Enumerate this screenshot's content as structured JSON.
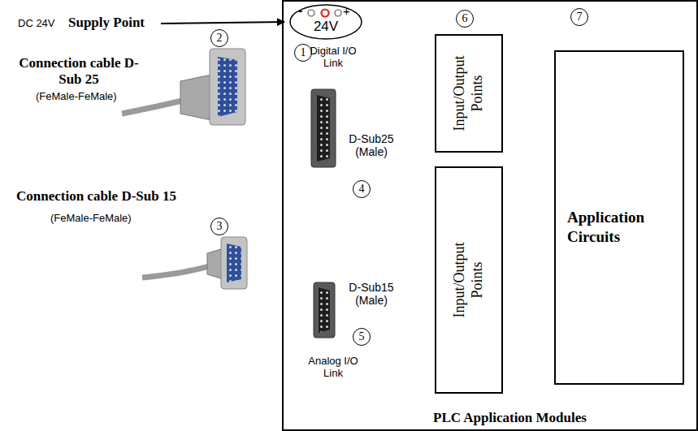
{
  "diagram": {
    "nodes": [
      {
        "text": [
          "PLC Application Modules"
        ]
      },
      {
        "text": [
          "-",
          "+",
          "24V"
        ],
        "in": 0
      },
      {
        "text": [
          "Input/Output Points"
        ],
        "in": 0
      },
      {
        "text": [
          "Input/Output Points"
        ],
        "in": 0
      },
      {
        "text": [
          "Application Circuits"
        ],
        "in": 0
      }
    ],
    "labels": [
      "DC 24V",
      "Supply Point",
      "1",
      "Connection cable D-Sub 25",
      "(FeMale-FeMale)",
      "2",
      "Connection cable D-Sub 15",
      "(FeMale-FeMale)",
      "3",
      "Digital I/O Link",
      "D-Sub25 (Male)",
      "4",
      "6",
      "7",
      "D-Sub15 (Male)",
      "5",
      "Analog I/O Link"
    ]
  }
}
